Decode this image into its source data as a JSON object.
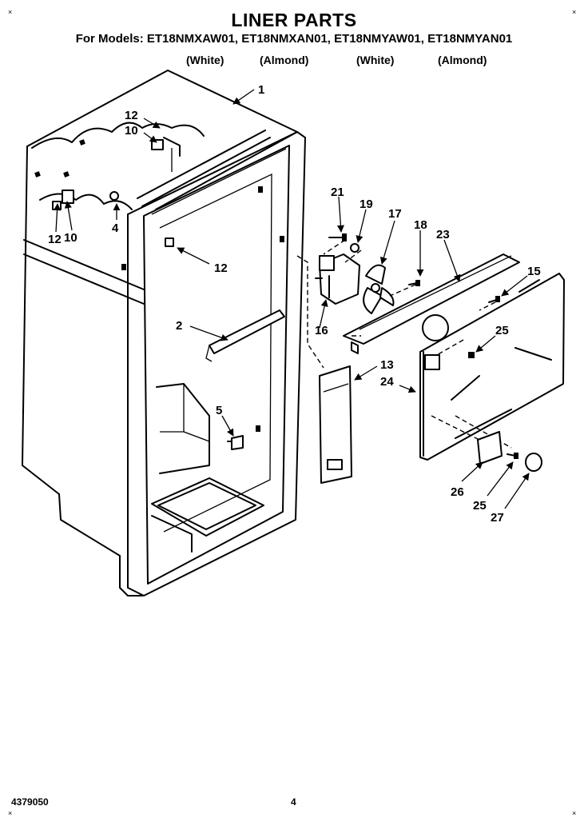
{
  "header": {
    "title": "LINER PARTS",
    "models_line": "For Models: ET18NMXAW01, ET18NMXAN01, ET18NMYAW01, ET18NMYAN01",
    "variants": [
      "(White)",
      "(Almond)",
      "(White)",
      "(Almond)"
    ]
  },
  "callouts": [
    "1",
    "12",
    "10",
    "12",
    "10",
    "4",
    "12",
    "2",
    "5",
    "21",
    "19",
    "17",
    "18",
    "23",
    "15",
    "16",
    "25",
    "13",
    "24",
    "26",
    "25",
    "27"
  ],
  "footer": {
    "doc_number": "4379050",
    "page_number": "4"
  },
  "corner_marks": [
    "×",
    "×",
    "×",
    "×"
  ]
}
